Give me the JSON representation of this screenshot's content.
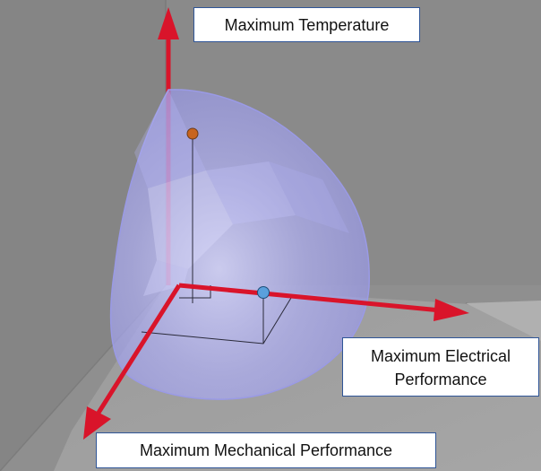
{
  "labels": {
    "temperature": "Maximum Temperature",
    "electrical_line1": "Maximum Electrical",
    "electrical_line2": "Performance",
    "mechanical": "Maximum Mechanical Performance"
  },
  "colors": {
    "background": "#8d8d8d",
    "axis": "#d9142a",
    "surface": "#a8a8f0",
    "point_orange": "#c8641e",
    "point_blue": "#5aa0dc",
    "label_border": "#2f5597"
  },
  "icons": {
    "axis_arrow": "arrow-head-icon"
  }
}
